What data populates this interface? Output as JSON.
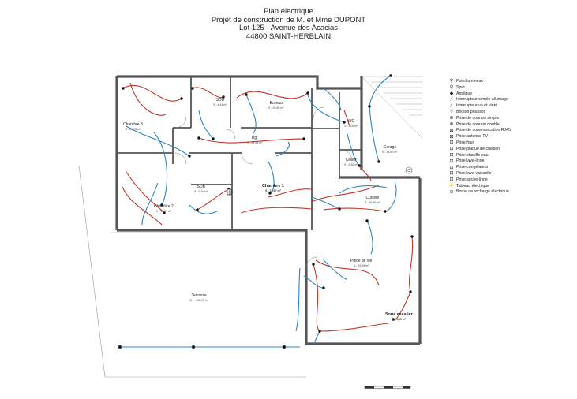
{
  "header": {
    "line1": "Plan électrique",
    "line2": "Projet de construction de M. et Mme DUPONT",
    "line3": "Lot 125 - Avenue des Acacias",
    "line4": "44800 SAINT-HERBLAIN"
  },
  "rooms": {
    "chambre3": {
      "name": "Chambre 3",
      "area": "S : 13,73 m²"
    },
    "sdb1": {
      "name": "SDB",
      "area": "S : 4,41 m²"
    },
    "bureau": {
      "name": "Bureau",
      "area": "S : 10,65 m²"
    },
    "wc": {
      "name": "WC",
      "area": "S : 2,05 m²"
    },
    "dgt": {
      "name": "Dgt",
      "area": "S : 11,08 m²"
    },
    "garage": {
      "name": "Garage",
      "area": "S : 14,60 m²"
    },
    "cellier": {
      "name": "Cellier",
      "area": "S : 2,90 m²"
    },
    "chambre2": {
      "name": "Chambre 2",
      "area": "S : 11,57 m²"
    },
    "sdb2": {
      "name": "SDB",
      "area": "S : 5,20 m²"
    },
    "chambre1": {
      "name": "Chambre 1",
      "area": "S : 14,87 m²"
    },
    "cuisine": {
      "name": "Cuisine",
      "area": "S : 16,66 m²"
    },
    "piece_de_vie": {
      "name": "Pièce de vie",
      "area": "S : 29,69 m²"
    },
    "terrasse": {
      "name": "Terrasse",
      "area": "SH : 106,72 m²"
    },
    "sous_escalier": {
      "name": "Sous escalier",
      "area": "S : 4,35 m²"
    }
  },
  "legend": [
    {
      "symbol": "⚲",
      "label": "Point lumineux"
    },
    {
      "symbol": "⚲",
      "label": "Spot"
    },
    {
      "symbol": "◆",
      "label": "Applique"
    },
    {
      "symbol": "∕",
      "label": "Interrupteur simple allumage"
    },
    {
      "symbol": "∕",
      "label": "Interrupteur va et vient"
    },
    {
      "symbol": "○",
      "label": "Bouton poussoir"
    },
    {
      "symbol": "⊗",
      "label": "Prise de courant simple"
    },
    {
      "symbol": "⊗",
      "label": "Prise de courant double"
    },
    {
      "symbol": "⊠",
      "label": "Prise de communication RJ45"
    },
    {
      "symbol": "⊠",
      "label": "Prise antenne TV"
    },
    {
      "symbol": "⊡",
      "label": "Prise four"
    },
    {
      "symbol": "⊡",
      "label": "Prise plaque de cuisson"
    },
    {
      "symbol": "⊡",
      "label": "Prise chauffe-eau"
    },
    {
      "symbol": "⊡",
      "label": "Prise lave-linge"
    },
    {
      "symbol": "⊡",
      "label": "Prise congélateur"
    },
    {
      "symbol": "⊡",
      "label": "Prise lave-vaisselle"
    },
    {
      "symbol": "⊡",
      "label": "Prise sèche-linge"
    },
    {
      "symbol": "⚡",
      "label": "Tableau électrique"
    },
    {
      "symbol": "⊙",
      "label": "Borne de recharge électrique"
    }
  ],
  "colors": {
    "wall": "#555555",
    "phase": "#c0392b",
    "neutral": "#2e86c1",
    "gray": "#888888"
  }
}
